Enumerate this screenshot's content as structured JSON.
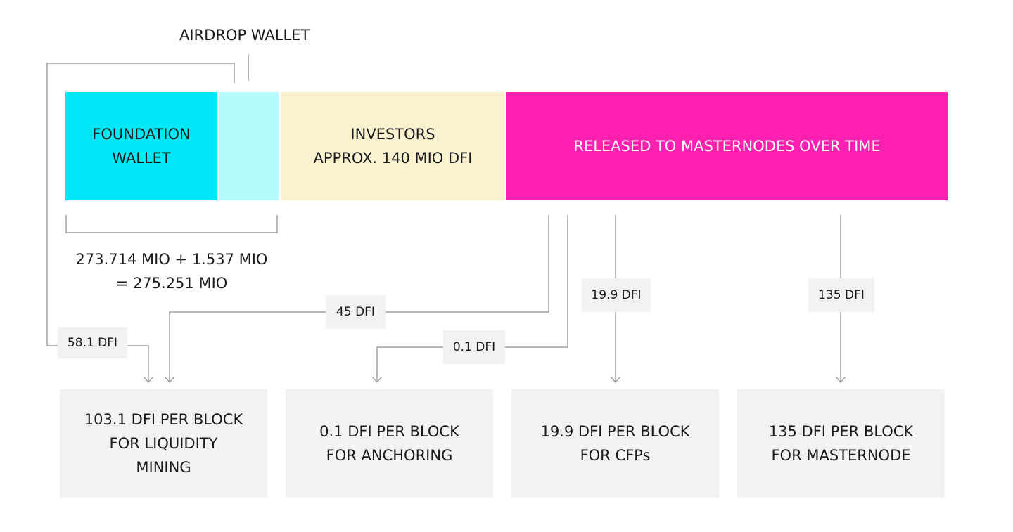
{
  "colors": {
    "foundation": "#00e8f7",
    "airdrop": "#b3fbfc",
    "investors": "#fbf1cf",
    "masternodes": "#ff1fb0",
    "tag_bg": "#f2f2f4",
    "line": "#8a8a8a"
  },
  "airdrop_label": "AIRDROP WALLET",
  "segments": {
    "foundation": "FOUNDATION\nWALLET",
    "airdrop": "",
    "investors": "INVESTORS\nAPPROX. 140 MIO DFI",
    "masternodes": "RELEASED TO MASTERNODES OVER TIME"
  },
  "sum_label": "273.714 MIO + 1.537 MIO\n= 275.251 MIO",
  "tags": {
    "t58": "58.1 DFI",
    "t45": "45 DFI",
    "t01": "0.1 DFI",
    "t199": "19.9 DFI",
    "t135": "135 DFI"
  },
  "boxes": {
    "liquidity": "103.1 DFI PER BLOCK\nFOR LIQUIDITY\nMINING",
    "anchoring": "0.1 DFI PER BLOCK\nFOR ANCHORING",
    "cfps": "19.9 DFI PER BLOCK\nFOR CFPs",
    "masternode": "135 DFI PER BLOCK\nFOR MASTERNODE"
  }
}
